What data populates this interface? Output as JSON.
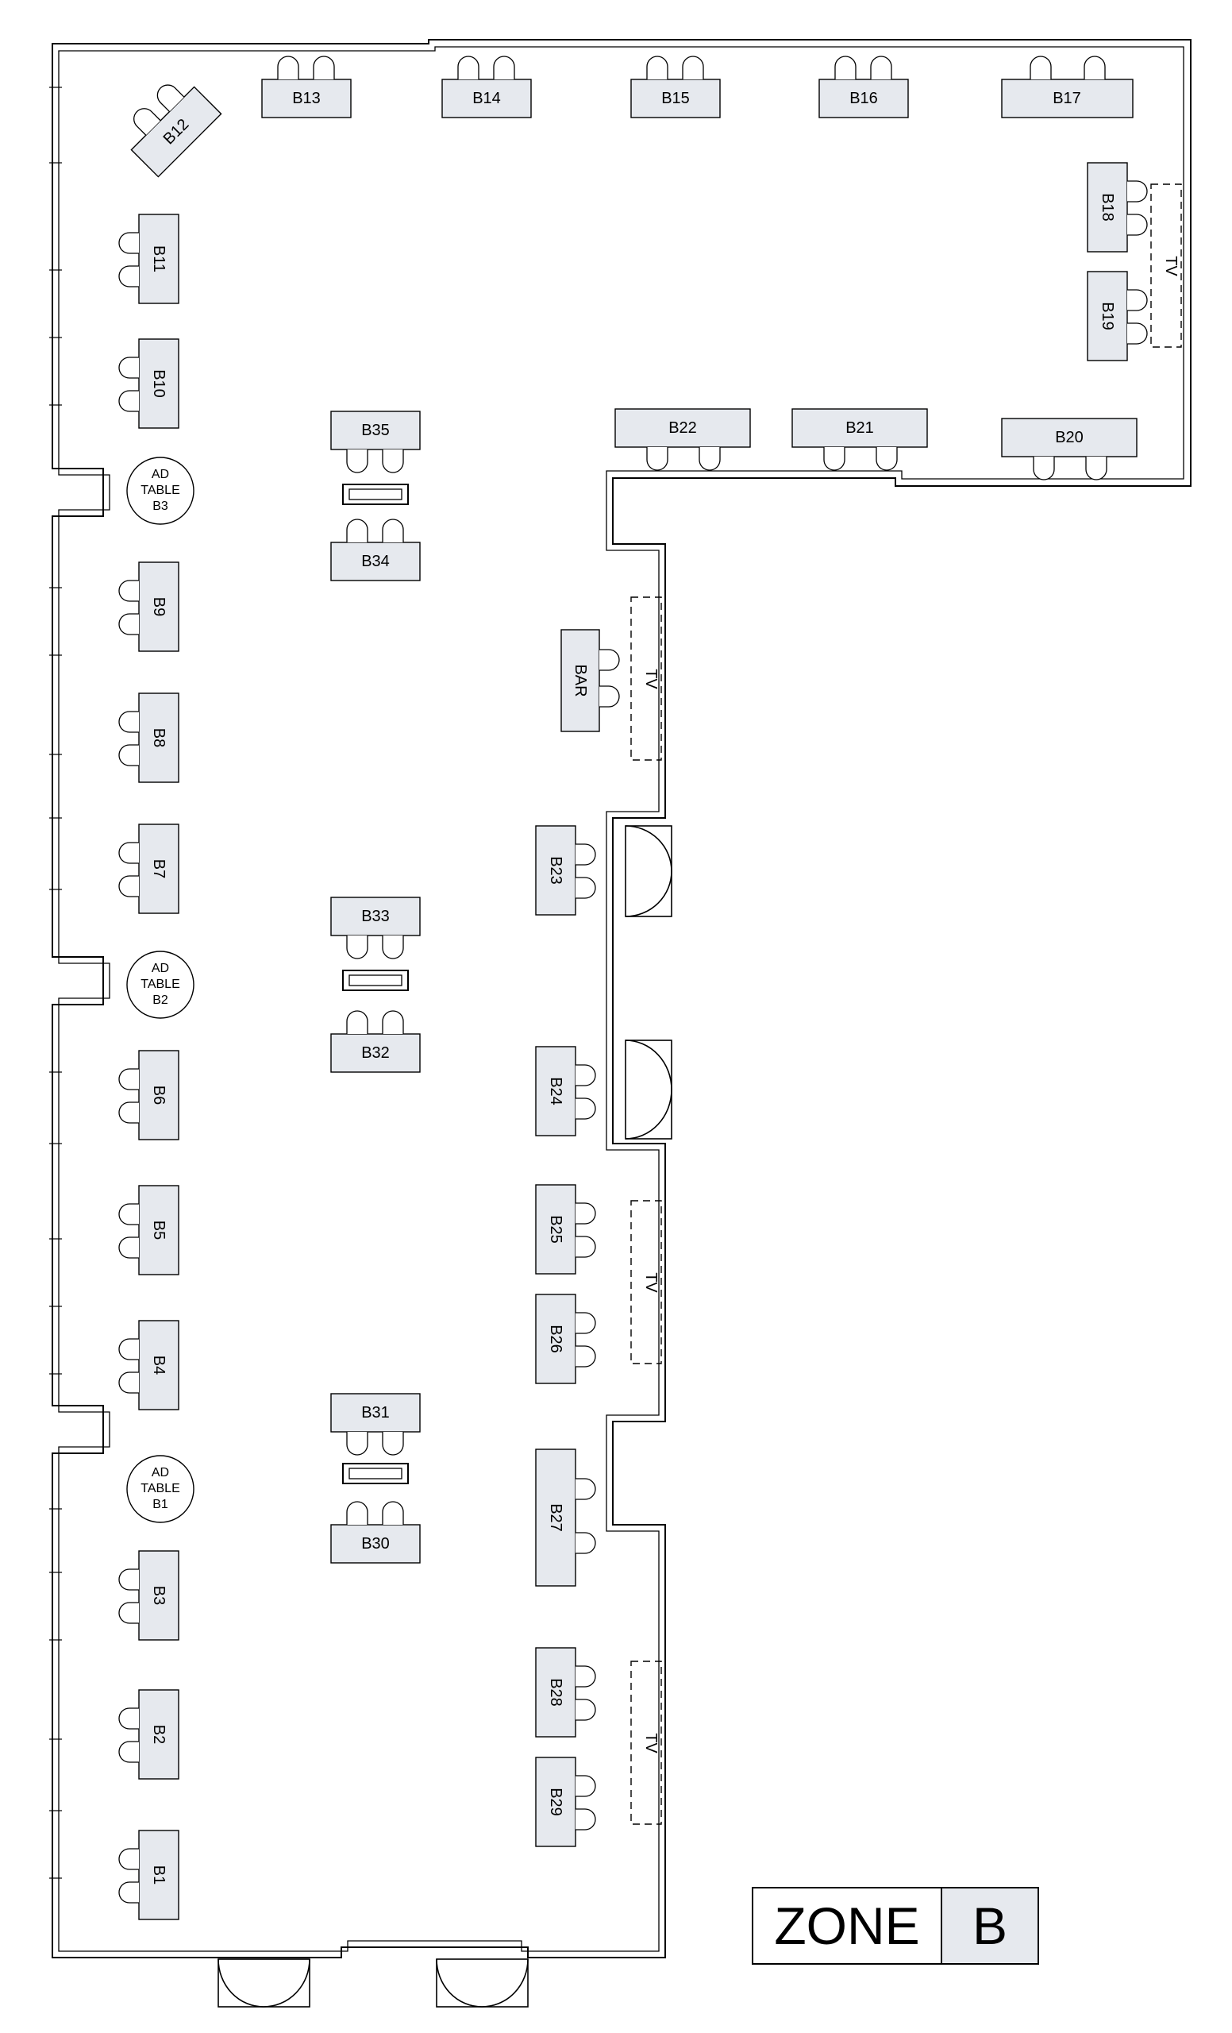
{
  "booths": {
    "B1": "B1",
    "B2": "B2",
    "B3": "B3",
    "B4": "B4",
    "B5": "B5",
    "B6": "B6",
    "B7": "B7",
    "B8": "B8",
    "B9": "B9",
    "B10": "B10",
    "B11": "B11",
    "B12": "B12",
    "B13": "B13",
    "B14": "B14",
    "B15": "B15",
    "B16": "B16",
    "B17": "B17",
    "B18": "B18",
    "B19": "B19",
    "B20": "B20",
    "B21": "B21",
    "B22": "B22",
    "B23": "B23",
    "B24": "B24",
    "B25": "B25",
    "B26": "B26",
    "B27": "B27",
    "B28": "B28",
    "B29": "B29",
    "B30": "B30",
    "B31": "B31",
    "B32": "B32",
    "B33": "B33",
    "B34": "B34",
    "B35": "B35",
    "BAR": "BAR"
  },
  "ad_tables": [
    {
      "line1": "AD",
      "line2": "TABLE",
      "line3": "B1"
    },
    {
      "line1": "AD",
      "line2": "TABLE",
      "line3": "B2"
    },
    {
      "line1": "AD",
      "line2": "TABLE",
      "line3": "B3"
    }
  ],
  "tv_label": "TV",
  "zone": {
    "word": "ZONE",
    "letter": "B"
  }
}
